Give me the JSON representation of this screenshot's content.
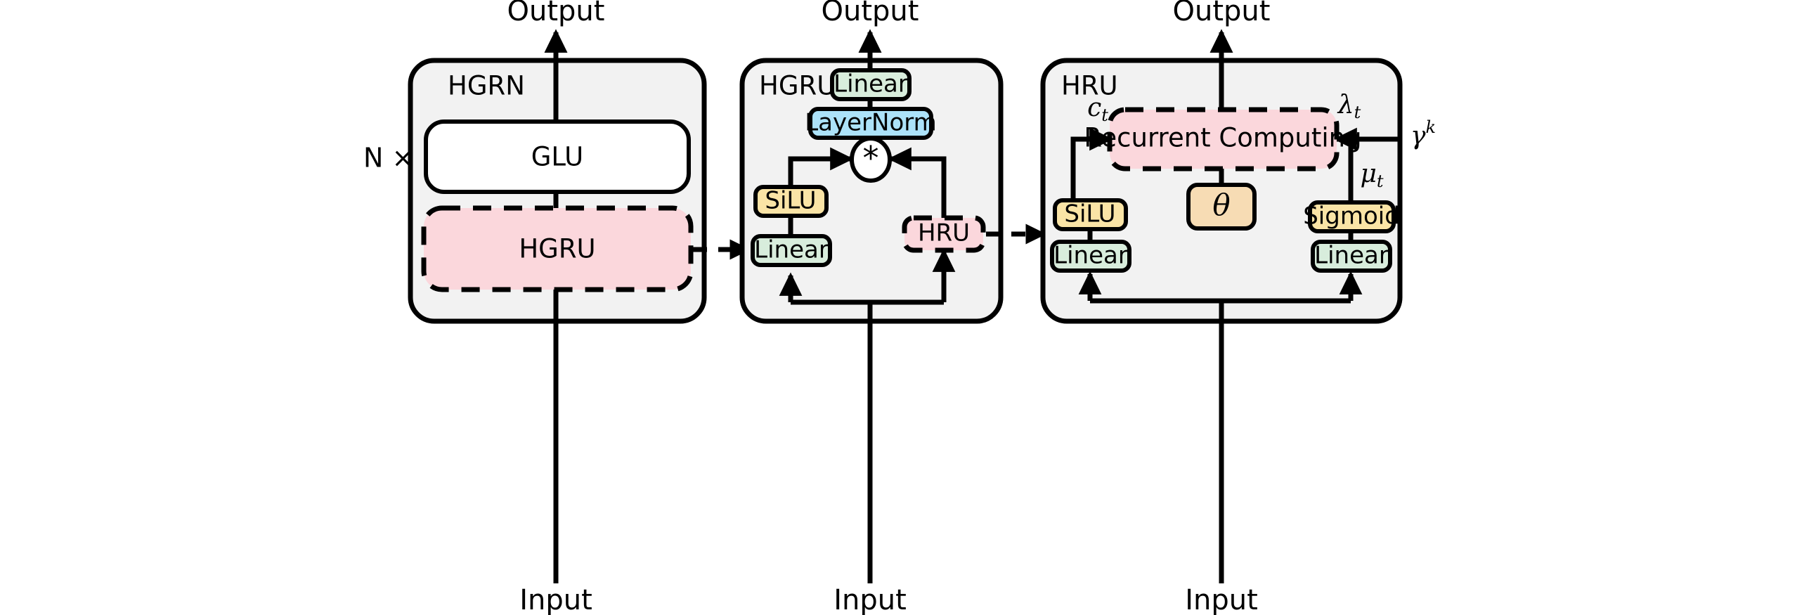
{
  "figure": {
    "type": "architecture-diagram",
    "panels": [
      {
        "id": "hgrn",
        "title": "HGRN",
        "multiplier_label": "N ×",
        "io": {
          "input": "Input",
          "output": "Output"
        },
        "nodes": [
          {
            "id": "glu",
            "label": "GLU",
            "style": "solid-white"
          },
          {
            "id": "hgru",
            "label": "HGRU",
            "style": "dashed-pink"
          }
        ]
      },
      {
        "id": "hgru",
        "title": "HGRU",
        "io": {
          "input": "Input",
          "output": "Output"
        },
        "nodes": [
          {
            "id": "linear-top",
            "label": "Linear",
            "style": "solid-green"
          },
          {
            "id": "layernorm",
            "label": "LayerNorm",
            "style": "solid-blue"
          },
          {
            "id": "mul",
            "label": "*",
            "style": "circle-op"
          },
          {
            "id": "silu",
            "label": "SiLU",
            "style": "solid-yellow"
          },
          {
            "id": "linear-left",
            "label": "Linear",
            "style": "solid-green"
          },
          {
            "id": "hru",
            "label": "HRU",
            "style": "dashed-pink"
          }
        ]
      },
      {
        "id": "hru",
        "title": "HRU",
        "io": {
          "input": "Input",
          "output": "Output"
        },
        "nodes": [
          {
            "id": "recurrent-computing",
            "label": "Recurrent Computing",
            "style": "dashed-pink"
          },
          {
            "id": "theta",
            "label": "θ",
            "style": "solid-orange"
          },
          {
            "id": "silu",
            "label": "SiLU",
            "style": "solid-yellow"
          },
          {
            "id": "linear-left",
            "label": "Linear",
            "style": "solid-green"
          },
          {
            "id": "sigmoid",
            "label": "Sigmoid",
            "style": "solid-yellow"
          },
          {
            "id": "linear-right",
            "label": "Linear",
            "style": "solid-green"
          }
        ],
        "edge_labels": [
          {
            "id": "c-t",
            "base": "c",
            "sub": "t",
            "sup": ""
          },
          {
            "id": "lambda-t",
            "base": "λ",
            "sub": "t",
            "sup": ""
          },
          {
            "id": "mu-t",
            "base": "μ",
            "sub": "t",
            "sup": ""
          },
          {
            "id": "gamma-k",
            "base": "γ",
            "sub": "",
            "sup": "k"
          }
        ]
      }
    ],
    "colors": {
      "panel_bg": "#f2f2f2",
      "pink": "#fbd7dc",
      "green": "#d8eddc",
      "blue": "#ace2f9",
      "yellow": "#fae4a6",
      "orange": "#f7dcb4",
      "white": "#ffffff",
      "stroke": "#000000"
    }
  }
}
